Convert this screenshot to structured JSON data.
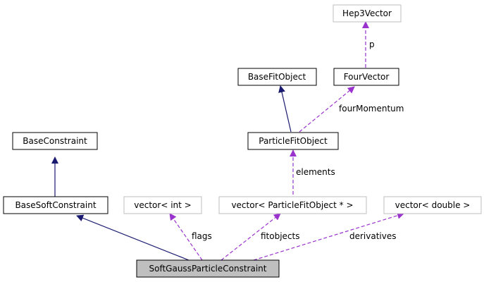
{
  "colors": {
    "inheritance": "#191970",
    "usage": "#9a32cd",
    "node_border": "#000000",
    "external_border": "#bfbfbf",
    "focus_fill": "#bfbfbf"
  },
  "nodes": {
    "hep3vector": "Hep3Vector",
    "basefitobject": "BaseFitObject",
    "fourvector": "FourVector",
    "baseconstraint": "BaseConstraint",
    "particlefitobject": "ParticleFitObject",
    "basesoftconstraint": "BaseSoftConstraint",
    "vector_int": "vector< int >",
    "vector_pfo": "vector< ParticleFitObject * >",
    "vector_double": "vector< double >",
    "softgauss": "SoftGaussParticleConstraint"
  },
  "edges": {
    "p": "p",
    "fourmomentum": "fourMomentum",
    "elements": "elements",
    "flags": "flags",
    "fitobjects": "fitobjects",
    "derivatives": "derivatives"
  }
}
